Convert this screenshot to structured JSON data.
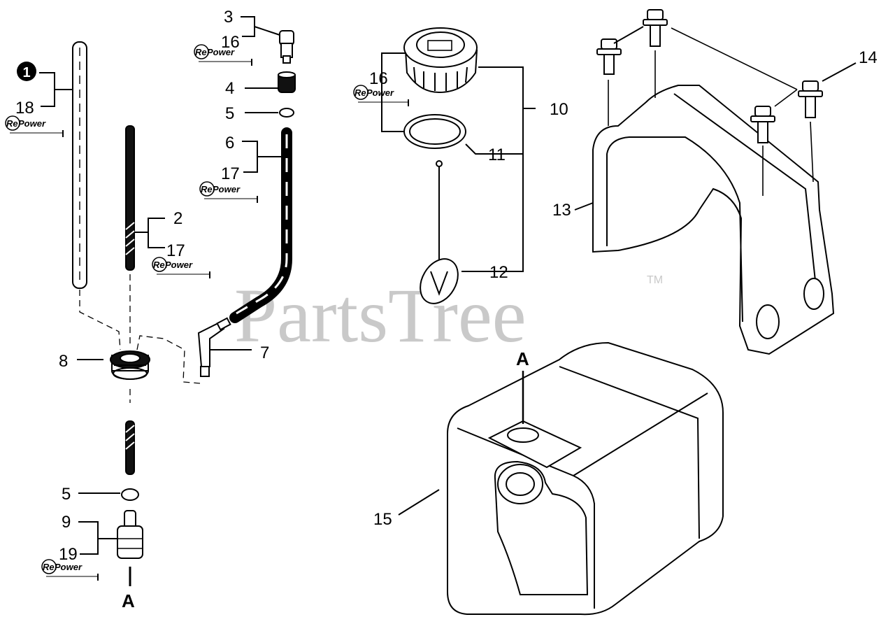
{
  "watermark": {
    "text": "PartsTree",
    "trademark": "TM"
  },
  "callouts": {
    "c1": "1",
    "c2": "2",
    "c3": "3",
    "c4": "4",
    "c5a": "5",
    "c5b": "5",
    "c6": "6",
    "c7": "7",
    "c8": "8",
    "c9": "9",
    "c10": "10",
    "c11": "11",
    "c12": "12",
    "c13": "13",
    "c14": "14",
    "c15": "15",
    "c16a": "16",
    "c16b": "16",
    "c17a": "17",
    "c17b": "17",
    "c18": "18",
    "c19": "19"
  },
  "connection_marks": {
    "a_top": "A",
    "a_bottom": "A"
  },
  "repower_badge": {
    "re": "Re",
    "power": "Power"
  },
  "icons": [
    "repower-logo-icon"
  ]
}
